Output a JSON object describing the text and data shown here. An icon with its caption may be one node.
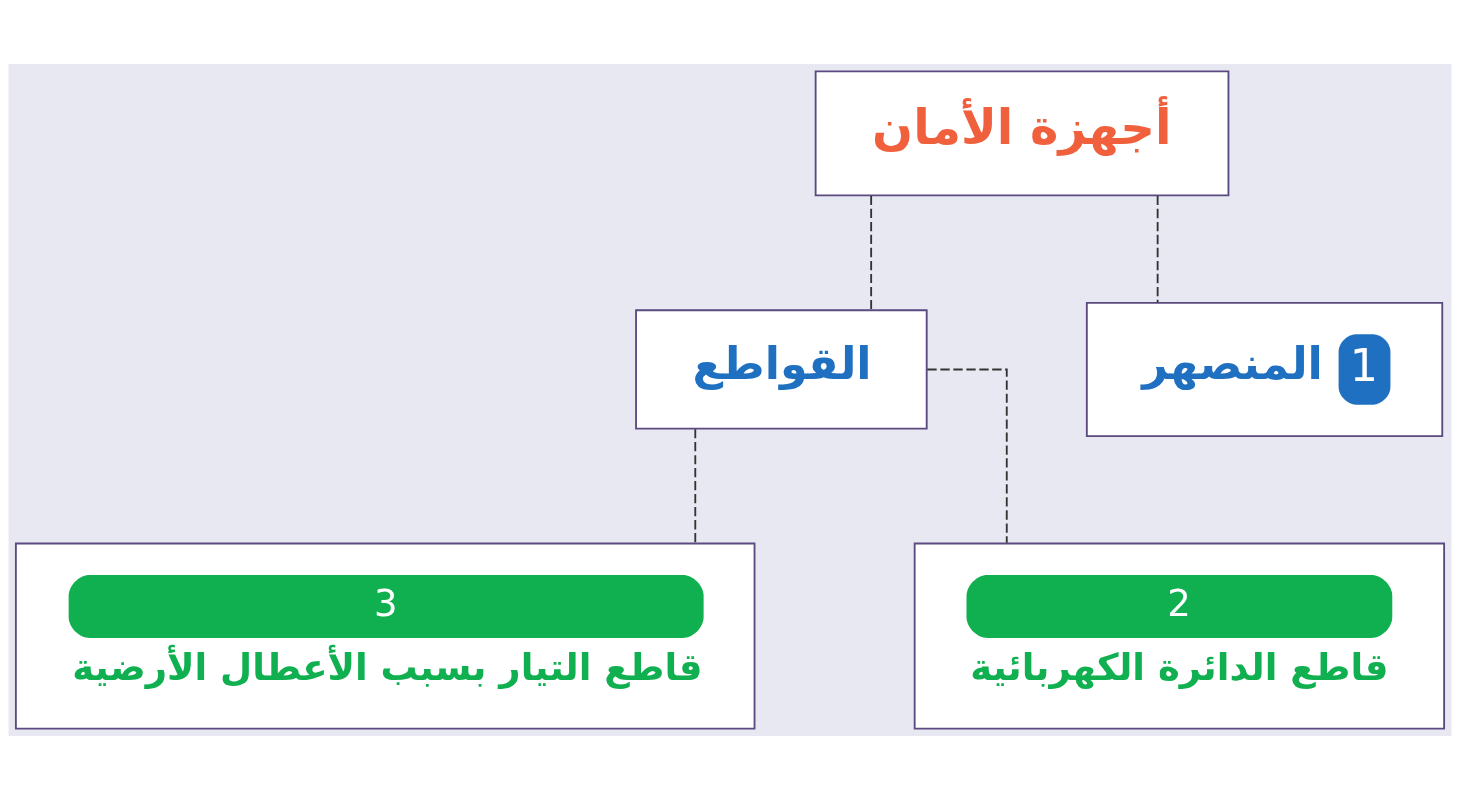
{
  "diagram": {
    "nodes": [
      {
        "text": [
          "أجهزة الأمان"
        ]
      },
      {
        "text": [
          "القواطع"
        ]
      },
      {
        "text": [
          "1",
          "المنصهر"
        ]
      },
      {
        "text": [
          "3",
          "قاطع التيار بسبب الأعطال الأرضية"
        ]
      },
      {
        "text": [
          "2",
          "قاطع الدائرة الكهربائية"
        ]
      }
    ],
    "edges": [
      {
        "from": 0,
        "to": 1,
        "arrow": "none",
        "style": "dashed"
      },
      {
        "from": 0,
        "to": 2,
        "arrow": "none",
        "style": "dashed"
      },
      {
        "from": 1,
        "to": 3,
        "arrow": "none",
        "style": "dashed"
      },
      {
        "from": 1,
        "to": 4,
        "arrow": "none",
        "style": "dashed"
      }
    ]
  }
}
